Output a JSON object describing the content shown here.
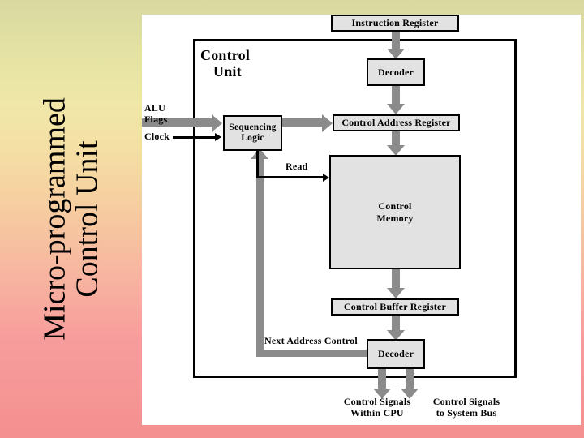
{
  "slide": {
    "title_line1": "Micro-programmed",
    "title_line2": "Control Unit",
    "background_top_color": "#d8d9a0",
    "background_bottom_color": "#f4908f",
    "canvas_background": "#ffffff"
  },
  "diagram": {
    "name": "micro-programmed-control-unit-block-diagram",
    "container_label_line1": "Control",
    "container_label_line2": "Unit",
    "box_fill_color": "#e2e2e2",
    "box_border_color": "#000000",
    "arrow_color": "#8b8b8b",
    "line_color": "#000000",
    "boxes": [
      {
        "id": "instruction-register",
        "label": "Instruction Register"
      },
      {
        "id": "decoder-top",
        "label": "Decoder"
      },
      {
        "id": "control-address-register",
        "label": "Control Address Register"
      },
      {
        "id": "control-memory",
        "label_line1": "Control",
        "label_line2": "Memory"
      },
      {
        "id": "control-buffer-register",
        "label": "Control Buffer Register"
      },
      {
        "id": "decoder-bottom",
        "label": "Decoder"
      },
      {
        "id": "sequencing-logic",
        "label_line1": "Sequencing",
        "label_line2": "Logic"
      }
    ],
    "labels": {
      "alu_flags_line1": "ALU",
      "alu_flags_line2": "Flags",
      "clock": "Clock",
      "read": "Read",
      "next_address_control": "Next Address Control",
      "output_left_line1": "Control Signals",
      "output_left_line2": "Within CPU",
      "output_right_line1": "Control Signals",
      "output_right_line2": "to System Bus"
    }
  }
}
